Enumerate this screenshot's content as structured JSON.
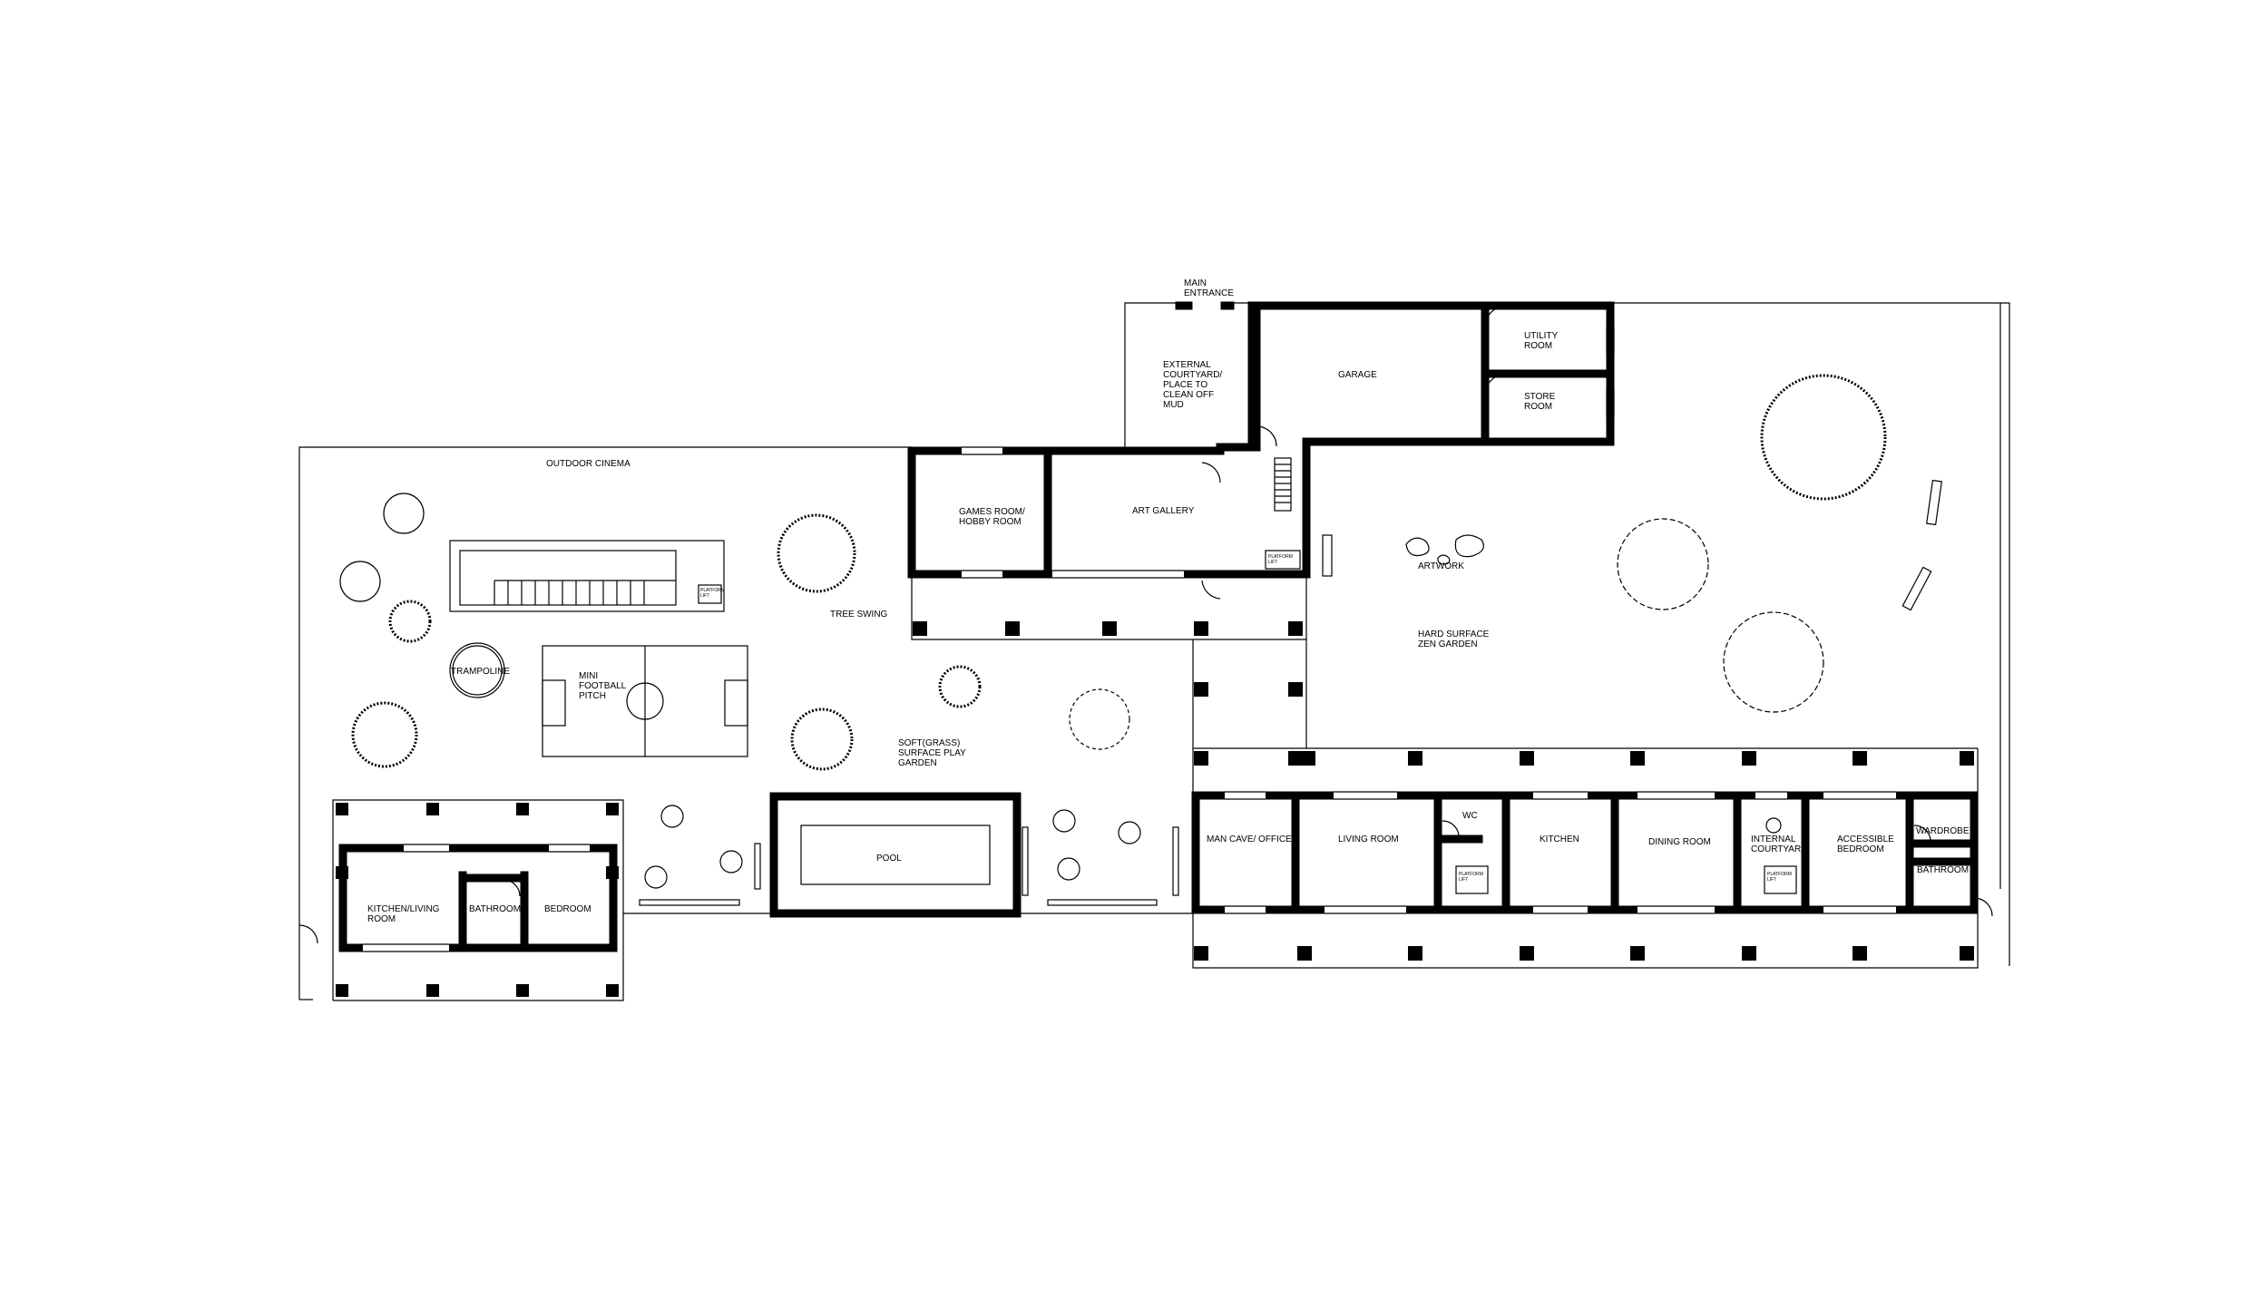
{
  "plan": {
    "labels": {
      "main_entrance": [
        "MAIN",
        "ENTRANCE"
      ],
      "external_courtyard": [
        "EXTERNAL",
        "COURTYARD/",
        "PLACE TO",
        "CLEAN OFF",
        "MUD"
      ],
      "garage": "GARAGE",
      "utility_room": [
        "UTILITY",
        "ROOM"
      ],
      "store_room": [
        "STORE",
        "ROOM"
      ],
      "outdoor_cinema": "OUTDOOR CINEMA",
      "games_room": [
        "GAMES ROOM/",
        "HOBBY ROOM"
      ],
      "art_gallery": "ART GALLERY",
      "artwork": "ARTWORK",
      "zen_garden": [
        "HARD SURFACE",
        "ZEN GARDEN"
      ],
      "tree_swing": "TREE SWING",
      "trampoline": "TRAMPOLINE",
      "football_pitch": [
        "MINI",
        "FOOTBALL",
        "PITCH"
      ],
      "play_garden": [
        "SOFT(GRASS)",
        "SURFACE PLAY",
        "GARDEN"
      ],
      "pool": "POOL",
      "kitchen_living_room": [
        "KITCHEN/LIVING",
        "ROOM"
      ],
      "annex_bathroom": "BATHROOM",
      "annex_bedroom": "BEDROOM",
      "man_cave": "MAN CAVE/ OFFICE",
      "living_room": "LIVING ROOM",
      "wc": "WC",
      "kitchen": "KITCHEN",
      "dining_room": "DINING ROOM",
      "internal_courtyard": [
        "INTERNAL",
        "COURTYARD"
      ],
      "accessible_bedroom": [
        "ACCESSIBLE",
        "BEDROOM"
      ],
      "wardrobe": "WARDROBE",
      "main_bathroom": "BATHROOM",
      "platform_lift": [
        "PLATFORM",
        "LIFT"
      ]
    }
  }
}
